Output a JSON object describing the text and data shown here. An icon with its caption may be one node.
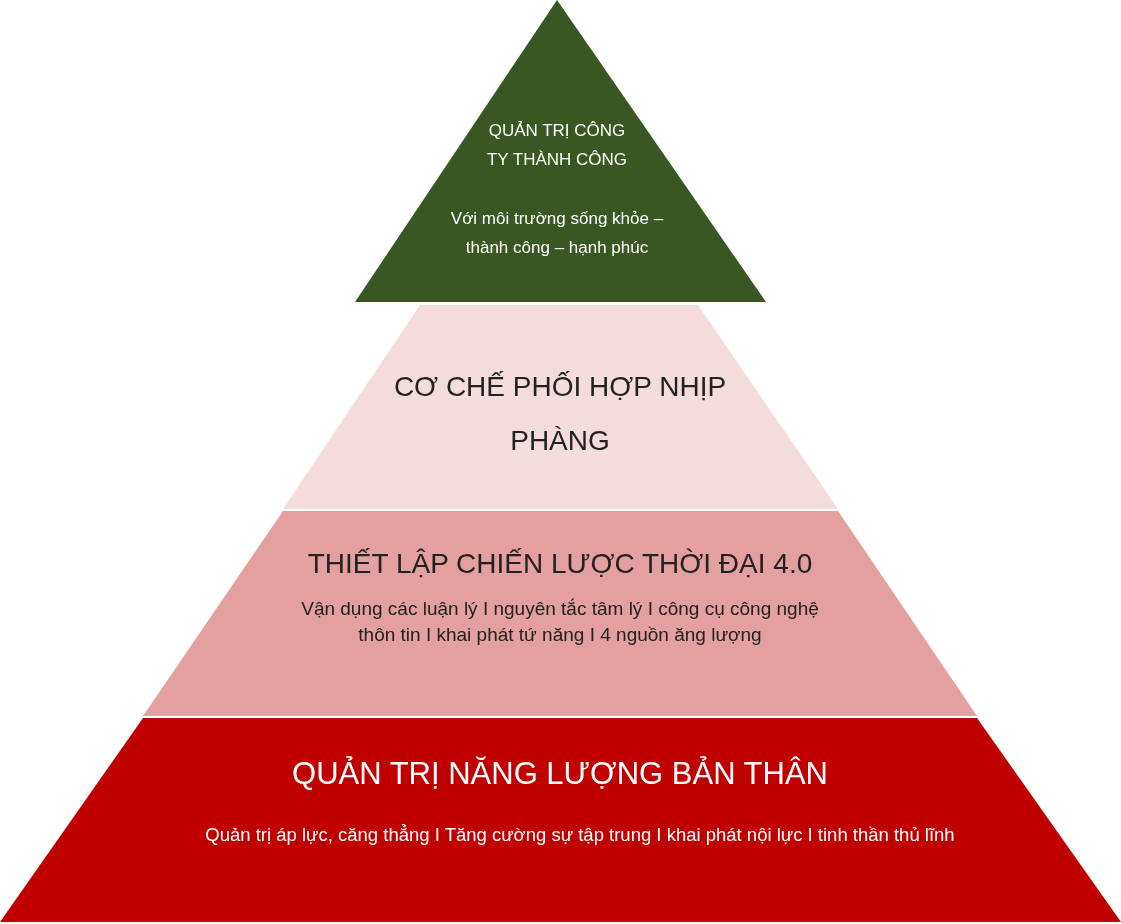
{
  "diagram": {
    "nodes": [
      {
        "text": [
          "QUẢN TRỊ CÔNG TY THÀNH CÔNG",
          "Với môi trường sống khỏe – thành công – hạnh phúc"
        ]
      },
      {
        "text": [
          "CƠ CHẾ PHỐI HỢP NHỊP PHÀNG"
        ]
      },
      {
        "text": [
          "THIẾT LẬP CHIẾN LƯỢC THỜI ĐẠI 4.0",
          "Vận dụng các luận lý I nguyên tắc tâm lý I công cụ công nghệ thôn tin I khai phát tứ năng I 4 nguồn ăng lượng"
        ]
      },
      {
        "text": [
          "QUẢN TRỊ NĂNG LƯỢNG BẢN THÂN",
          "Quản trị áp lực, căng thẳng I Tăng cường sự tập trung I khai phát nội lực I tinh thần thủ lĩnh"
        ]
      }
    ]
  }
}
